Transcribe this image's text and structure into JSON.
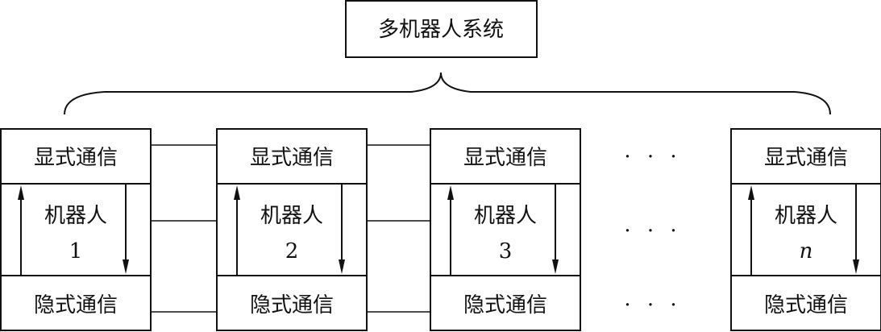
{
  "title": "多机器人系统",
  "labels": {
    "explicit": "显式通信",
    "robot": "机器人",
    "implicit": "隐式通信",
    "ellipsis": "· · ·"
  },
  "robots": [
    {
      "index": "1",
      "italic": false
    },
    {
      "index": "2",
      "italic": false
    },
    {
      "index": "3",
      "italic": false
    },
    {
      "index": "n",
      "italic": true
    }
  ],
  "colors": {
    "stroke": "#111111",
    "background": "#ffffff"
  }
}
